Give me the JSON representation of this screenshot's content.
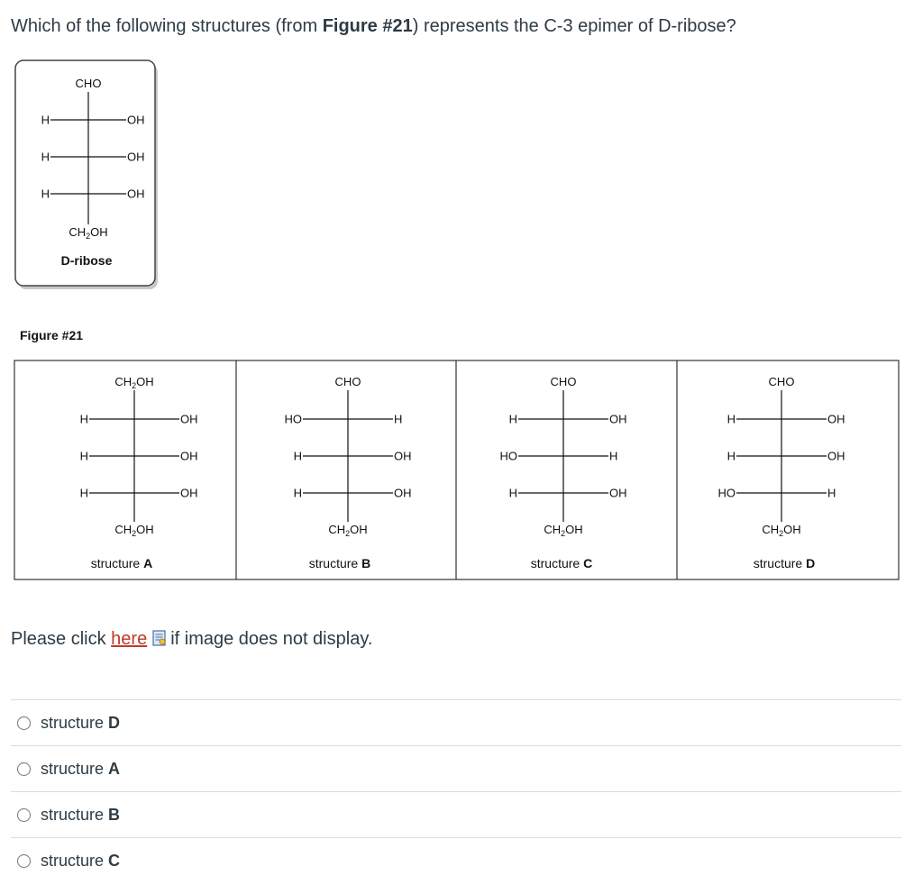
{
  "question": {
    "prefix": "Which of the following structures (from ",
    "figure_ref": "Figure #21",
    "suffix": ") represents the C-3 epimer of D-ribose?"
  },
  "reference": {
    "top": "CHO",
    "rows": [
      [
        "H",
        "OH"
      ],
      [
        "H",
        "OH"
      ],
      [
        "H",
        "OH"
      ]
    ],
    "bottom": "CH2OH",
    "caption": "D-ribose"
  },
  "figure_label": "Figure #21",
  "structures": [
    {
      "top": "CH2OH",
      "rows": [
        [
          "H",
          "OH"
        ],
        [
          "H",
          "OH"
        ],
        [
          "H",
          "OH"
        ]
      ],
      "bottom": "CH2OH",
      "label_prefix": "structure ",
      "label_letter": "A"
    },
    {
      "top": "CHO",
      "rows": [
        [
          "HO",
          "H"
        ],
        [
          "H",
          "OH"
        ],
        [
          "H",
          "OH"
        ]
      ],
      "bottom": "CH2OH",
      "label_prefix": "structure ",
      "label_letter": "B"
    },
    {
      "top": "CHO",
      "rows": [
        [
          "H",
          "OH"
        ],
        [
          "HO",
          "H"
        ],
        [
          "H",
          "OH"
        ]
      ],
      "bottom": "CH2OH",
      "label_prefix": "structure ",
      "label_letter": "C"
    },
    {
      "top": "CHO",
      "rows": [
        [
          "H",
          "OH"
        ],
        [
          "H",
          "OH"
        ],
        [
          "HO",
          "H"
        ]
      ],
      "bottom": "CH2OH",
      "label_prefix": "structure ",
      "label_letter": "D"
    }
  ],
  "fallback": {
    "prefix": "Please click ",
    "link_text": "here",
    "suffix": "if image does not display.",
    "icon": "document-icon"
  },
  "answers": [
    {
      "label_prefix": "structure ",
      "letter": "D"
    },
    {
      "label_prefix": "structure ",
      "letter": "A"
    },
    {
      "label_prefix": "structure ",
      "letter": "B"
    },
    {
      "label_prefix": "structure ",
      "letter": "C"
    }
  ],
  "colors": {
    "link": "#c0392b",
    "text": "#2d3b45",
    "divider": "#d8dde0"
  }
}
